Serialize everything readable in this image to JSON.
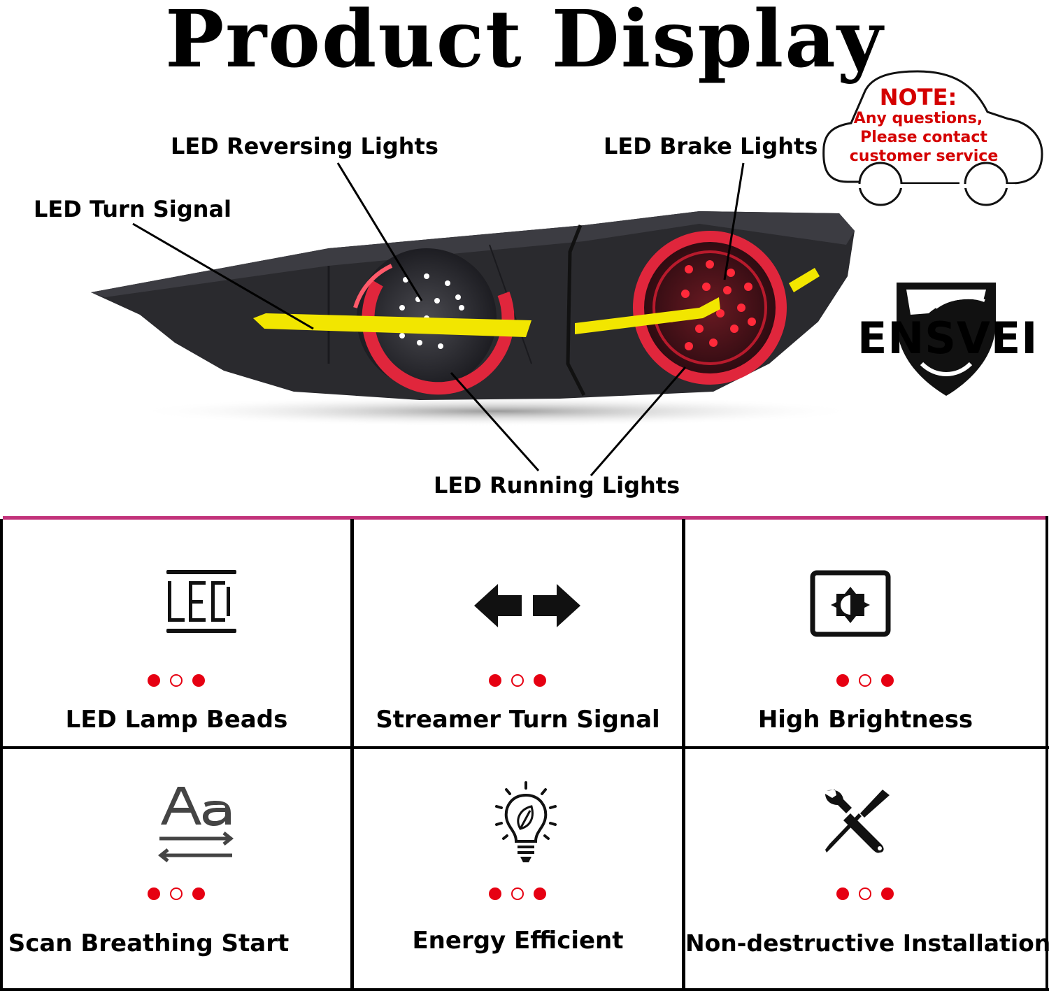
{
  "title": "Product Display",
  "callouts": {
    "reversing": "LED Reversing Lights",
    "brake": "LED Brake Lights",
    "turn": "LED Turn Signal",
    "running": "LED Running Lights"
  },
  "note": {
    "heading": "NOTE:",
    "line1": "Any questions,",
    "line2": "Please contact",
    "line3": "customer service"
  },
  "brand": "ENSVEI",
  "features": [
    {
      "label": "LED Lamp Beads",
      "icon": "led-icon"
    },
    {
      "label": "Streamer Turn Signal",
      "icon": "arrows-icon"
    },
    {
      "label": "High Brightness",
      "icon": "brightness-icon"
    },
    {
      "label": "Scan Breathing Start",
      "icon": "font-scan-icon"
    },
    {
      "label": "Energy Efficient",
      "icon": "eco-bulb-icon"
    },
    {
      "label": "Non-destructive Installation",
      "icon": "tools-icon"
    }
  ],
  "colors": {
    "accent_line": "#c2327a",
    "dot_red": "#e60012",
    "note_red": "#d40000",
    "turn_yellow": "#f2e600",
    "ring_red": "#e0263c"
  }
}
